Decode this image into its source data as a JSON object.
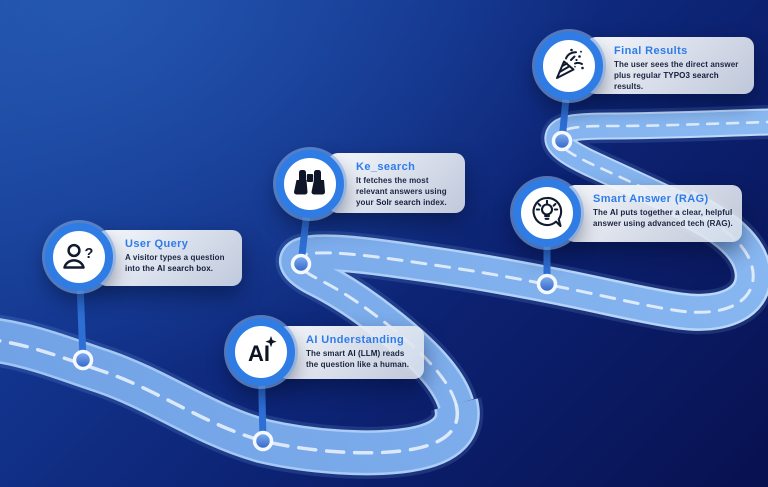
{
  "diagram": {
    "type": "journey-roadmap",
    "theme": "AI search process on a winding road"
  },
  "palette": {
    "background_top_left": "#1a47a0",
    "background_bottom_right": "#081150",
    "road_fill": "#7dafec",
    "road_edge": "#a6c9f5",
    "road_dash": "#edf5ff",
    "badge_ring": "#2f7de4",
    "stem": "#2e6fd6",
    "node_fill_top": "#85b1ef",
    "node_fill_bottom": "#2f63c8",
    "title_color": "#2e7cea",
    "body_color": "#1b2642",
    "card_top": "#fdfeff",
    "card_bottom": "#d8dee8",
    "icon_color": "#101b30"
  },
  "milestones": [
    {
      "id": "user-query",
      "title": "User Query",
      "body": "A visitor types a question into the **AI search box**.",
      "icon": "person-question-icon"
    },
    {
      "id": "ai-understanding",
      "title": "AI Understanding",
      "body": "The smart **AI (LLM)** reads the question like a human.",
      "icon": "ai-sparkle-icon"
    },
    {
      "id": "ke-search",
      "title": "Ke_search",
      "body": "It fetches the most relevant answers using your **Solr search** index.",
      "icon": "binoculars-icon"
    },
    {
      "id": "smart-answer-rag",
      "title": "Smart Answer (RAG)",
      "body": "The **AI** puts together a clear, helpful answer using advanced tech (RAG).",
      "icon": "bulb-speech-bubble-icon"
    },
    {
      "id": "final-results",
      "title": "Final Results",
      "body": "The user sees the direct answer plus regular **TYPO3 search** results.",
      "icon": "party-popper-icon"
    }
  ]
}
